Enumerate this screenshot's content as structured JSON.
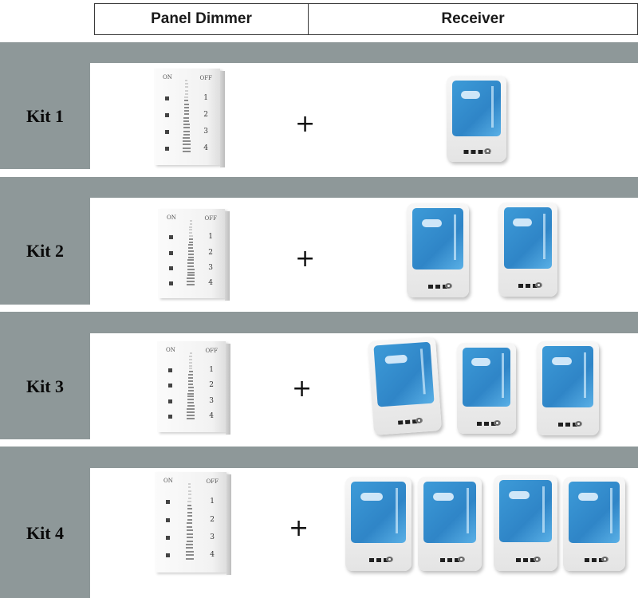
{
  "header": {
    "panel_dimmer": "Panel Dimmer",
    "receiver": "Receiver"
  },
  "panel_text": {
    "on": "ON",
    "off": "OFF",
    "zones": [
      "1",
      "2",
      "3",
      "4"
    ]
  },
  "plus_sign": "+",
  "kits": [
    {
      "label": "Kit 1",
      "receivers": 1
    },
    {
      "label": "Kit 2",
      "receivers": 2
    },
    {
      "label": "Kit 3",
      "receivers": 3
    },
    {
      "label": "Kit 4",
      "receivers": 4
    }
  ],
  "colors": {
    "side_gray": "#8e9899",
    "label_blue": "#2f85c7"
  }
}
